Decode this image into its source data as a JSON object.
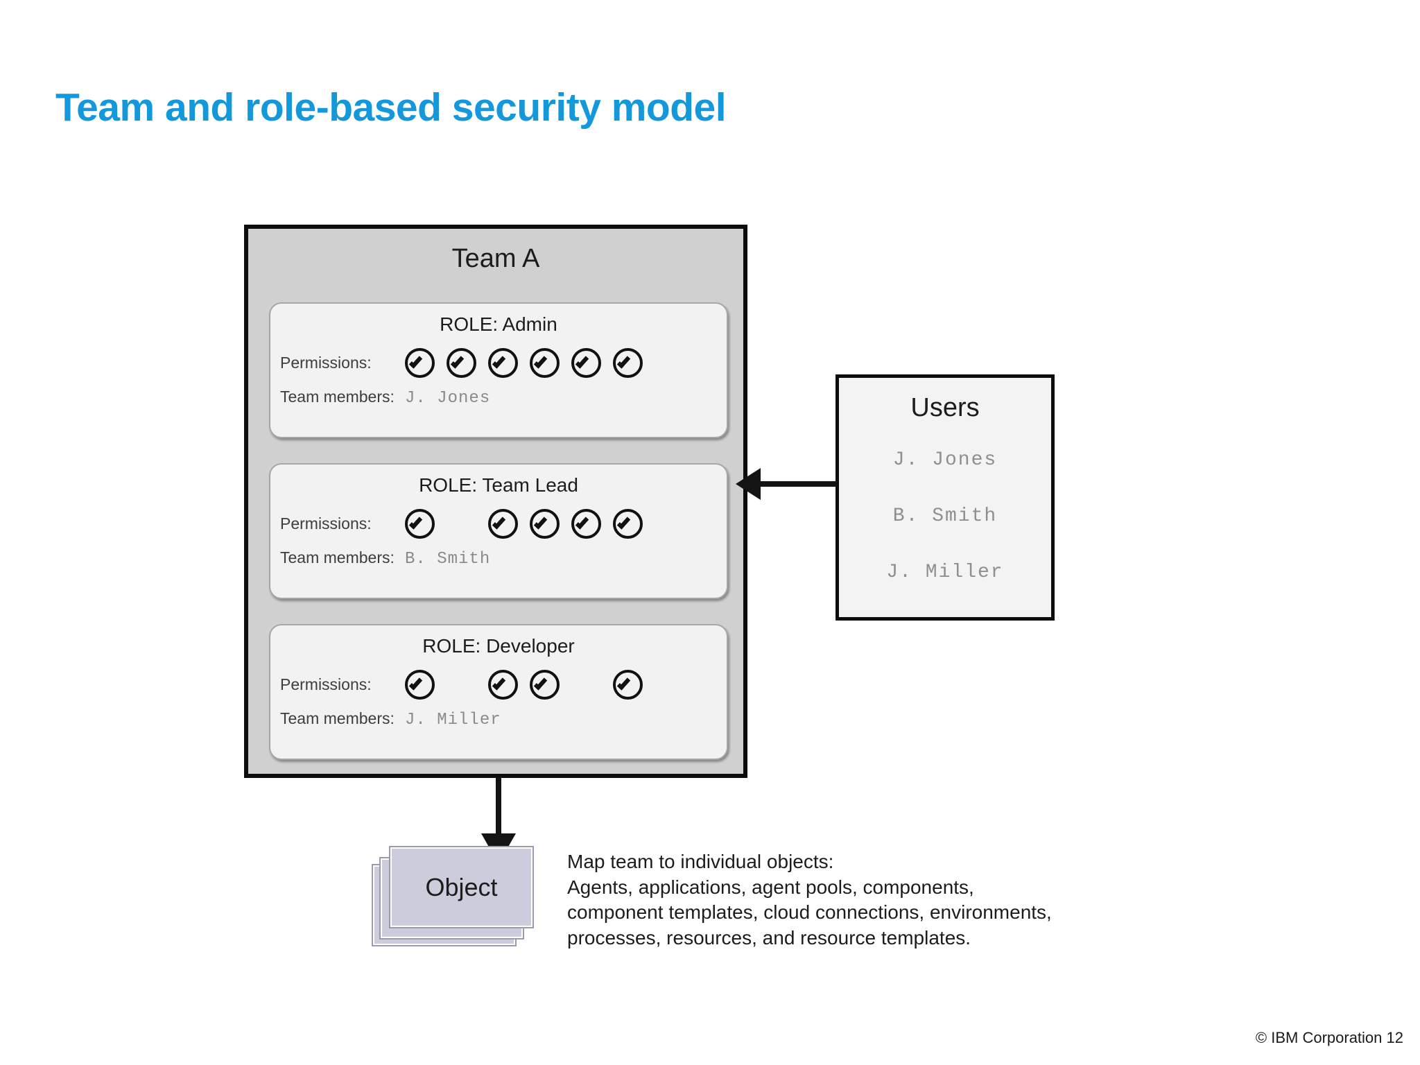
{
  "slide": {
    "title": "Team and role-based security model",
    "title_color": "#1398dc",
    "footer": "© IBM Corporation  12"
  },
  "team_box": {
    "title": "Team A",
    "fill_color": "#d0d0d0",
    "border_color": "#0d0d0d",
    "permission_slot_count": 6,
    "roles": [
      {
        "title": "ROLE: Admin",
        "permissions_label": "Permissions:",
        "permissions": [
          true,
          true,
          true,
          true,
          true,
          true
        ],
        "members_label": "Team members:",
        "members": "J. Jones"
      },
      {
        "title": "ROLE: Team Lead",
        "permissions_label": "Permissions:",
        "permissions": [
          true,
          false,
          true,
          true,
          true,
          true
        ],
        "members_label": "Team members:",
        "members": "B. Smith"
      },
      {
        "title": "ROLE: Developer",
        "permissions_label": "Permissions:",
        "permissions": [
          true,
          false,
          true,
          true,
          false,
          true
        ],
        "members_label": "Team members:",
        "members": "J. Miller"
      }
    ]
  },
  "users_box": {
    "title": "Users",
    "users": [
      "J. Jones",
      "B. Smith",
      "J. Miller"
    ]
  },
  "object_stack": {
    "label": "Object",
    "fill_color": "#ccccdd",
    "layers": 3
  },
  "caption": {
    "lines": [
      "Map team to individual objects:",
      "Agents, applications, agent pools, components,",
      "component templates, cloud connections, environments,",
      "processes, resources, and resource templates."
    ]
  },
  "arrows": [
    {
      "name": "users-to-team",
      "direction": "left"
    },
    {
      "name": "team-to-object",
      "direction": "down"
    }
  ]
}
